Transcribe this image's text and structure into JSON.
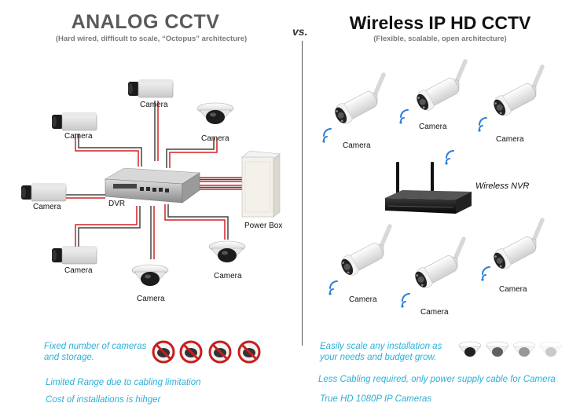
{
  "left": {
    "title": "ANALOG CCTV",
    "subtitle": "(Hard wired, difficult to scale, “Octopus” architecture)",
    "camera_label": "Camera",
    "dvr_label": "DVR",
    "power_box_label": "Power Box",
    "note1_line1": "Fixed number of cameras",
    "note1_line2": "and storage.",
    "note2": "Limited Range due to cabling limitation",
    "note3": "Cost of installations is hihger"
  },
  "vs": "vs.",
  "right": {
    "title": "Wireless IP HD CCTV",
    "subtitle": "(Flexible, scalable, open architecture)",
    "camera_label": "Camera",
    "nvr_label": "Wireless NVR",
    "note1_line1": "Easily scale any installation as",
    "note1_line2": "your needs and budget grow.",
    "note2": "Less Cabling required, only power supply cable for Camera",
    "note3": "True HD 1080P IP Cameras"
  },
  "colors": {
    "accent_blue": "#2bb0d8",
    "cable_red": "#d42020",
    "prohibited_red": "#c81e1e"
  },
  "icons": [
    "box-camera-icon",
    "dome-camera-icon",
    "dvr-icon",
    "power-box-icon",
    "bullet-camera-icon",
    "wifi-icon",
    "nvr-icon",
    "prohibited-icon"
  ]
}
